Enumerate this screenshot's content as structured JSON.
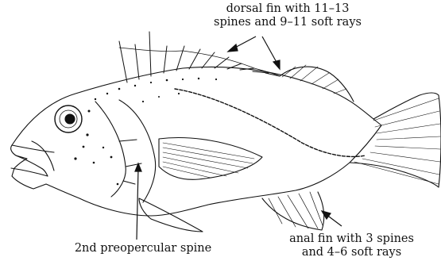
{
  "labels": {
    "dorsal_line1": "dorsal fin with  11–13",
    "dorsal_line2": "spines and  9–11 soft rays",
    "anal_line1": "anal fin with 3 spines",
    "anal_line2": "and  4–6 soft rays",
    "preopercular": "2nd preopercular spine"
  },
  "colors": {
    "ink": "#111111",
    "background": "#ffffff"
  }
}
